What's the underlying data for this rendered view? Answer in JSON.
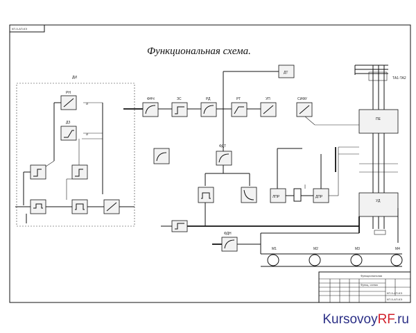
{
  "diagram": {
    "title": "Функциональная схема.",
    "stamp": "КП-5-АП-КЭ",
    "blocks": {
      "di_block": "ДИ",
      "ri_block": "РН",
      "rd_block": "ДЗ",
      "fnch_block": "ФНЧ",
      "zs_block": "ЗС",
      "pd_block": "РД",
      "pt_block": "РТ",
      "ut_block": "УП",
      "sifu_block": "СИФУ",
      "dt_block": "ДТ",
      "fdt_block": "ФДТ",
      "lp_block": "ЛПР",
      "dpr_block": "ДПР",
      "tr_label": "ТА1-ТА2",
      "up_block": "ПЕ",
      "ud_block": "УД",
      "fdn_block": "ФДН"
    },
    "motors": [
      "М1",
      "М2",
      "М3",
      "М4"
    ],
    "title_block": {
      "doc_name": "Функциональная",
      "line2": "Функц. схема",
      "code1": "КП-5-АП-КЭ",
      "code2": "КП-5-АП-КЭ"
    }
  },
  "watermark": {
    "brand_main": "Kursovoy",
    "brand_accent": "RF",
    "brand_tail": ".ru"
  }
}
